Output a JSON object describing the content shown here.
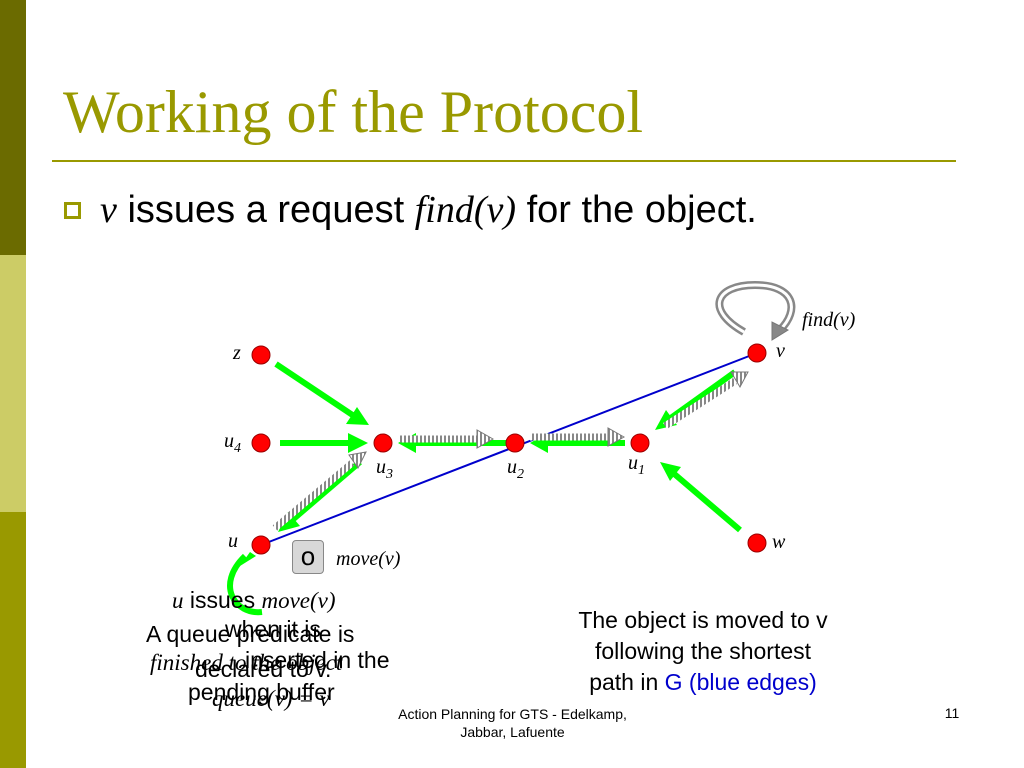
{
  "slide": {
    "title": "Working of the Protocol",
    "bullet": {
      "subject": "v",
      "text1": "issues a request",
      "find_expr": "find(v)",
      "text2": "for the object."
    }
  },
  "diagram": {
    "nodes": {
      "z": "z",
      "u4": "u",
      "u4_sub": "4",
      "u3": "u",
      "u3_sub": "3",
      "u2": "u",
      "u2_sub": "2",
      "u1": "u",
      "u1_sub": "1",
      "v": "v",
      "u": "u",
      "w": "w"
    },
    "find_label": "find(v)",
    "object_label": "o",
    "move_label": "move(v)"
  },
  "overlapping_text": {
    "line1_subject": "u",
    "line1_text": "issues",
    "line1_expr": "move(v)",
    "line2": "when it is",
    "line3": "A queue predicate is",
    "line4": "finished to the object",
    "line5": "inserted in the",
    "line6": "declared to v.",
    "line7": "pending buffer",
    "line8": "queue(v) = v"
  },
  "caption": {
    "line1": "The object is moved to v",
    "line2": "following the shortest",
    "line3_text": "path in",
    "line3_blue": "G (blue edges)"
  },
  "footer": {
    "line1": "Action Planning for GTS - Edelkamp,",
    "line2": "Jabbar, Lafuente",
    "page_number": "11"
  },
  "colors": {
    "accent": "#999900",
    "node": "#ff0000",
    "green_arrow": "#00ff00",
    "blue_edge": "#0000cc"
  }
}
